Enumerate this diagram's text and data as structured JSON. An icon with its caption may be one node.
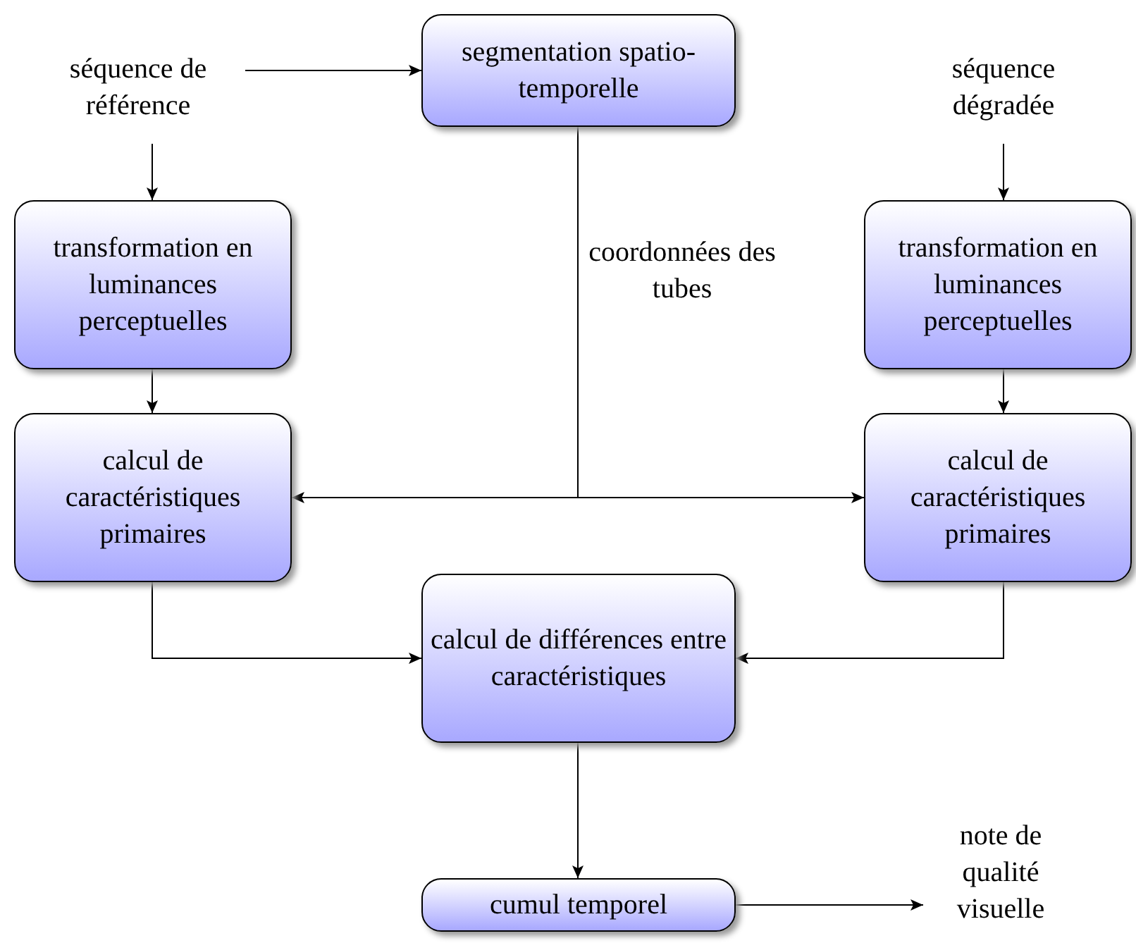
{
  "diagram": {
    "nodes": [
      {
        "text": [
          "séquence de référence"
        ]
      },
      {
        "text": [
          "segmentation spatio-temporelle"
        ]
      },
      {
        "text": [
          "séquence dégradée"
        ]
      },
      {
        "text": [
          "transformation en luminances perceptuelles"
        ]
      },
      {
        "text": [
          "transformation en luminances perceptuelles"
        ]
      },
      {
        "text": [
          "calcul de caractéristiques primaires"
        ]
      },
      {
        "text": [
          "calcul de caractéristiques primaires"
        ]
      },
      {
        "text": [
          "calcul de différences entre caractéristiques"
        ]
      },
      {
        "text": [
          "cumul temporel"
        ]
      },
      {
        "text": [
          "note de qualité visuelle"
        ]
      }
    ],
    "edges": [
      {
        "from": 0,
        "to": 1,
        "arrow": "to"
      },
      {
        "from": 0,
        "to": 3,
        "arrow": "to"
      },
      {
        "from": 2,
        "to": 4,
        "arrow": "to"
      },
      {
        "from": 3,
        "to": 5,
        "arrow": "to"
      },
      {
        "from": 4,
        "to": 6,
        "arrow": "to"
      },
      {
        "from": 1,
        "to": 5,
        "arrow": "to",
        "label": "coordonnées des tubes"
      },
      {
        "from": 1,
        "to": 6,
        "arrow": "to"
      },
      {
        "from": 5,
        "to": 7,
        "arrow": "to"
      },
      {
        "from": 6,
        "to": 7,
        "arrow": "to"
      },
      {
        "from": 7,
        "to": 8,
        "arrow": "to"
      },
      {
        "from": 8,
        "to": 9,
        "arrow": "to"
      }
    ]
  }
}
